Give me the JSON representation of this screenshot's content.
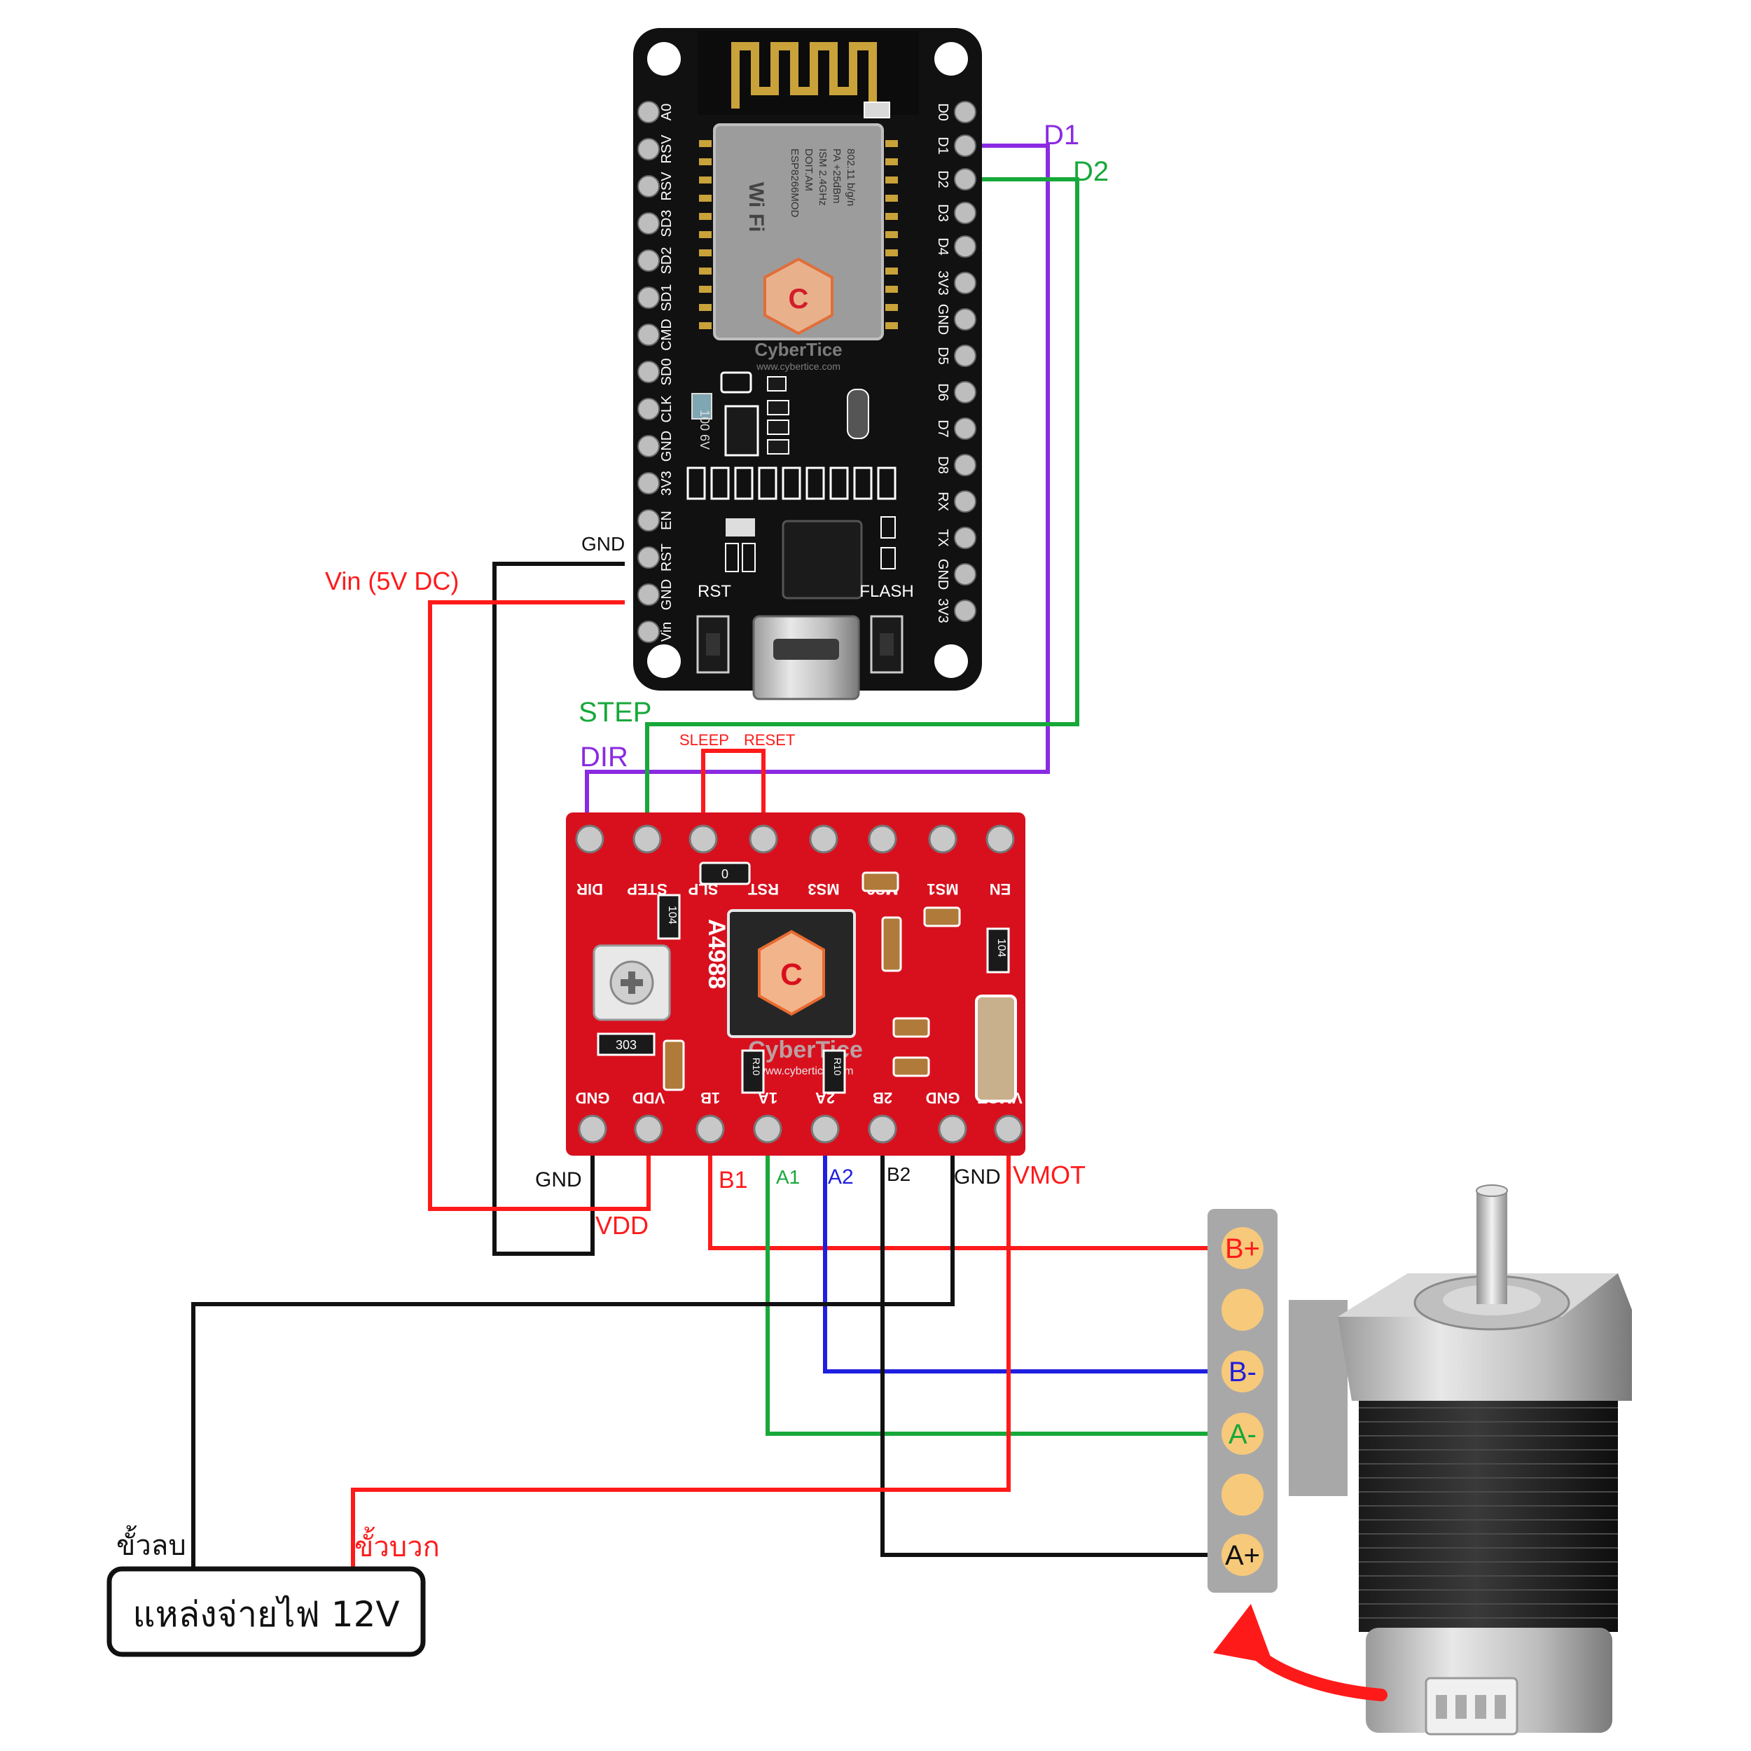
{
  "colors": {
    "red": "#ff1a1a",
    "green": "#17a83a",
    "purple": "#8a2be2",
    "blue": "#1f1fe0",
    "black": "#111111",
    "board_red": "#d8101e",
    "board_black": "#111111",
    "pad_yellow": "#f7c97a",
    "connector_gray": "#a8a8a8"
  },
  "esp_board": {
    "module_text": [
      "ESP8266MOD",
      "DOIT.AM",
      "ISM 2.4GHz",
      "PA +25dBm",
      "802.11 b/g/n"
    ],
    "wifi_text": "Wi Fi",
    "left_pins": [
      "A0",
      "RSV",
      "RSV",
      "SD3",
      "SD2",
      "SD1",
      "CMD",
      "SD0",
      "CLK",
      "GND",
      "3V3",
      "EN",
      "RST",
      "GND",
      "Vin"
    ],
    "right_pins": [
      "D0",
      "D1",
      "D2",
      "D3",
      "D4",
      "3V3",
      "GND",
      "D5",
      "D6",
      "D7",
      "D8",
      "RX",
      "TX",
      "GND",
      "3V3"
    ],
    "rst_button": "RST",
    "flash_button": "FLASH",
    "cap_text": "100 6V",
    "watermark": "CyberTice",
    "watermark_url": "www.cybertice.com"
  },
  "driver_board": {
    "chip": "A4988",
    "top_pins": [
      "DIR",
      "STEP",
      "SLP",
      "RST",
      "MS3",
      "MS2",
      "MS1",
      "EN"
    ],
    "bottom_pins": [
      "GND",
      "VDD",
      "1B",
      "1A",
      "2A",
      "2B",
      "GND",
      "VMOT"
    ],
    "resistors": [
      "104",
      "303",
      "104",
      "R10",
      "R10",
      "0"
    ]
  },
  "wire_labels": {
    "d1": "D1",
    "d2": "D2",
    "gnd_top": "GND",
    "vin": "Vin (5V DC)",
    "step": "STEP",
    "dir": "DIR",
    "sleep": "SLEEP",
    "reset": "RESET",
    "gnd_vdd": "GND",
    "vdd": "VDD",
    "b1": "B1",
    "a1": "A1",
    "a2": "A2",
    "b2": "B2",
    "gnd_mot": "GND",
    "vmot": "VMOT"
  },
  "motor_connector": {
    "pins": [
      "B+",
      "",
      "B-",
      "A-",
      "",
      "A+"
    ]
  },
  "power_supply": {
    "label": "แหล่งจ่ายไฟ 12V",
    "negative": "ขั้วลบ",
    "positive": "ขั้วบวก"
  },
  "icons": [
    "wifi-antenna",
    "stepper-motor",
    "red-curved-arrow",
    "usb-port",
    "potentiometer"
  ]
}
